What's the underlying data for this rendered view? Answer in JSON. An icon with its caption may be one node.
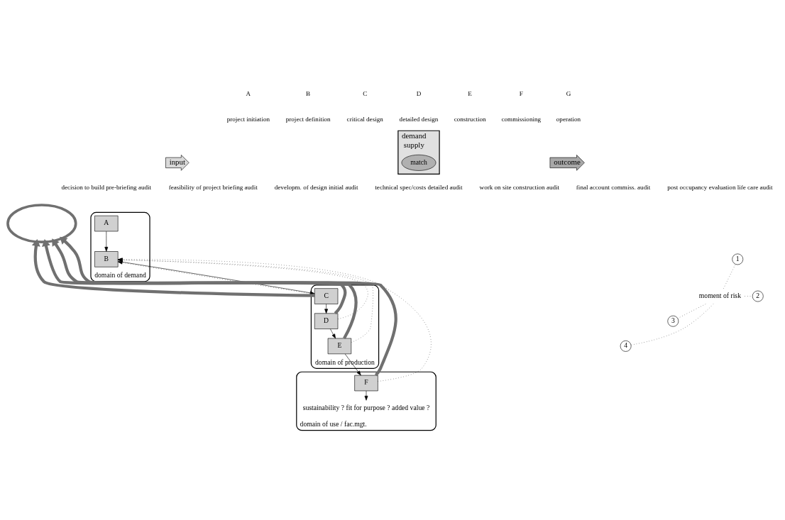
{
  "diagram": {
    "nodes": [
      {
        "text": [
          "input"
        ]
      },
      {
        "text": [
          "demand",
          "supply"
        ]
      },
      {
        "text": [
          "match"
        ],
        "in": 1
      },
      {
        "text": [
          "outcome"
        ]
      },
      {
        "text": [
          "domain of demand"
        ]
      },
      {
        "text": [
          "A"
        ],
        "in": 4
      },
      {
        "text": [
          "B"
        ],
        "in": 4
      },
      {
        "text": [
          "domain of production"
        ]
      },
      {
        "text": [
          "C"
        ],
        "in": 7
      },
      {
        "text": [
          "D"
        ],
        "in": 7
      },
      {
        "text": [
          "E"
        ],
        "in": 7
      },
      {
        "text": [
          "domain of use / fac.mgt."
        ]
      },
      {
        "text": [
          "F"
        ],
        "in": 11
      },
      {
        "text": [
          "sustainability ? fit for purpose ? added value ?"
        ],
        "in": 11
      },
      {
        "text": [
          "moment of risk"
        ]
      },
      {
        "text": [
          "1"
        ]
      },
      {
        "text": [
          "2"
        ]
      },
      {
        "text": [
          "3"
        ]
      },
      {
        "text": [
          "4"
        ]
      },
      {
        "text": [],
        "shape": "ellipse"
      }
    ],
    "edges": [
      {
        "from": 5,
        "to": 6,
        "arrow": "to"
      },
      {
        "from": 6,
        "to": 8,
        "arrow": "to"
      },
      {
        "from": 8,
        "to": 9,
        "arrow": "to"
      },
      {
        "from": 9,
        "to": 10,
        "arrow": "to"
      },
      {
        "from": 10,
        "to": 12,
        "arrow": "to"
      },
      {
        "from": 12,
        "to": 13,
        "arrow": "to"
      },
      {
        "from": 14,
        "to": 15,
        "arrow": "none",
        "style": "dashed"
      },
      {
        "from": 14,
        "to": 16,
        "arrow": "none",
        "style": "dashed"
      },
      {
        "from": 14,
        "to": 17,
        "arrow": "none",
        "style": "dashed"
      },
      {
        "from": 14,
        "to": 18,
        "arrow": "none",
        "style": "dashed"
      },
      {
        "from": 8,
        "to": 6,
        "arrow": "to",
        "style": "dashed"
      },
      {
        "from": 9,
        "to": 6,
        "arrow": "to",
        "style": "dashed"
      },
      {
        "from": 10,
        "to": 6,
        "arrow": "to",
        "style": "dashed"
      },
      {
        "from": 12,
        "to": 6,
        "arrow": "to",
        "style": "dashed"
      },
      {
        "from": 8,
        "to": 19,
        "arrow": "to",
        "style": "thick",
        "color": "#707070"
      },
      {
        "from": 9,
        "to": 19,
        "arrow": "to",
        "style": "thick",
        "color": "#707070"
      },
      {
        "from": 10,
        "to": 19,
        "arrow": "to",
        "style": "thick",
        "color": "#707070"
      },
      {
        "from": 12,
        "to": 19,
        "arrow": "to",
        "style": "thick",
        "color": "#707070"
      }
    ],
    "labels": [
      "A",
      "project initiation",
      "B",
      "project definition",
      "C",
      "critical design",
      "D",
      "detailed design",
      "E",
      "construction",
      "F",
      "commissioning",
      "G",
      "operation",
      "decision to build pre-briefing audit",
      "feasibility of project briefing audit",
      "developm. of design initial audit",
      "technical spec/costs detailed audit",
      "work on site construction audit",
      "final account commiss. audit",
      "post occupancy evaluation life care audit"
    ]
  }
}
